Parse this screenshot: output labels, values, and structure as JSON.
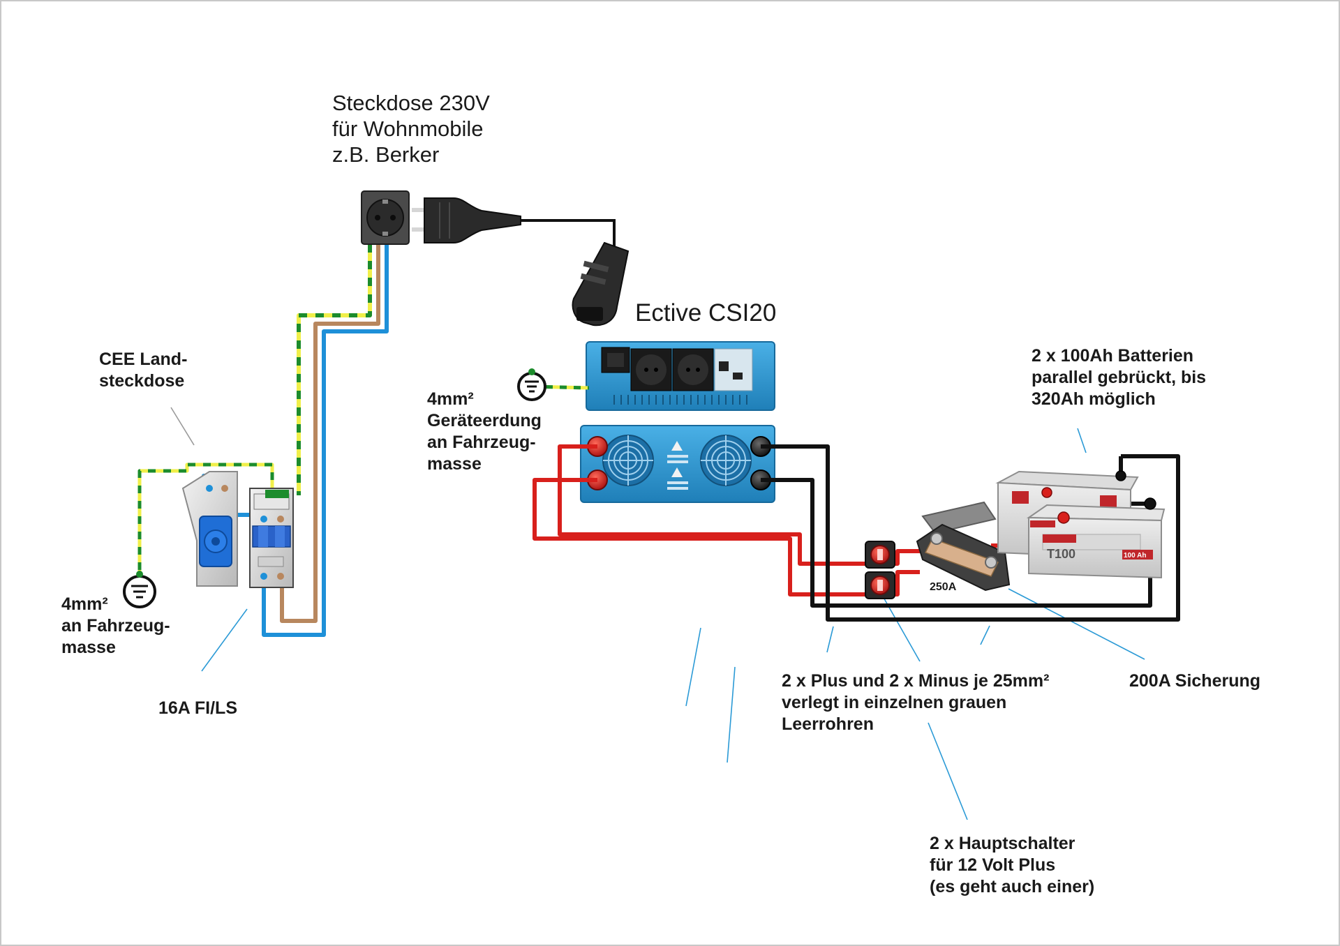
{
  "labels": {
    "steckdose": [
      "Steckdose 230V",
      "für Wohnmobile",
      "z.B. Berker"
    ],
    "ective": "Ective CSI20",
    "cee": [
      "CEE Land-",
      "steckdose"
    ],
    "erdung_geraet": [
      "4mm²",
      "Geräteerdung",
      "an Fahrzeug-",
      "masse"
    ],
    "erdung_left": [
      "4mm²",
      "an Fahrzeug-",
      "masse"
    ],
    "fi_ls": "16A FI/LS",
    "batterien": [
      "2 x 100Ah Batterien",
      "parallel gebrückt, bis",
      "320Ah möglich"
    ],
    "kabel": [
      "2 x Plus und 2 x Minus je 25mm²",
      "verlegt in einzelnen grauen",
      "Leerrohren"
    ],
    "sicherung": "200A Sicherung",
    "hauptschalter": [
      "2 x Hauptschalter",
      "für 12 Volt Plus",
      "(es geht auch einer)"
    ],
    "fuse_250": "250A",
    "battery_model": "T100",
    "battery_cap": "100 Ah"
  },
  "colors": {
    "wire_brown": "#b8875e",
    "wire_blue": "#1e90d8",
    "wire_green": "#1c8c2c",
    "wire_yellow": "#f0ef4a",
    "wire_red": "#d8201c",
    "wire_black": "#111111",
    "inverter_blue": "#2f98d3",
    "leader_line": "#2b9ad6"
  },
  "icons": [
    "ground-symbol-icon",
    "schuko-socket-icon",
    "schuko-plug-icon",
    "iec-connector-icon",
    "cee-inlet-icon",
    "rcbo-breaker-icon",
    "inverter-icon",
    "battery-icon",
    "battery-main-switch-icon",
    "fuse-holder-icon",
    "fan-icon"
  ]
}
